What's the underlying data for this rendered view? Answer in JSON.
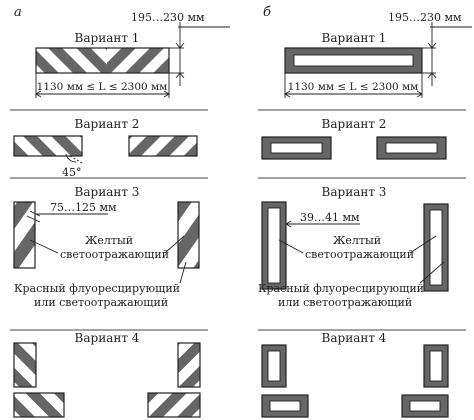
{
  "panels": {
    "left": {
      "letter": "а"
    },
    "right": {
      "letter": "б"
    }
  },
  "variants": {
    "v1": "Вариант 1",
    "v2": "Вариант 2",
    "v3": "Вариант 3",
    "v4": "Вариант 4"
  },
  "dimensions": {
    "height_range": "195…230 мм",
    "length_range": "1130 мм ≤ L ≤ 2300 мм",
    "angle": "45°",
    "stripe_width": "75…125 мм",
    "border_width": "39…41 мм"
  },
  "callouts": {
    "yellow_line1": "Желтый",
    "yellow_line2": "светоотражающий",
    "red_line1": "Красный флуоресцирующий",
    "red_line2": "или светоотражающий"
  },
  "colors": {
    "ink": "#222222",
    "stripe_dark": "#666666",
    "separator": "#444444"
  }
}
